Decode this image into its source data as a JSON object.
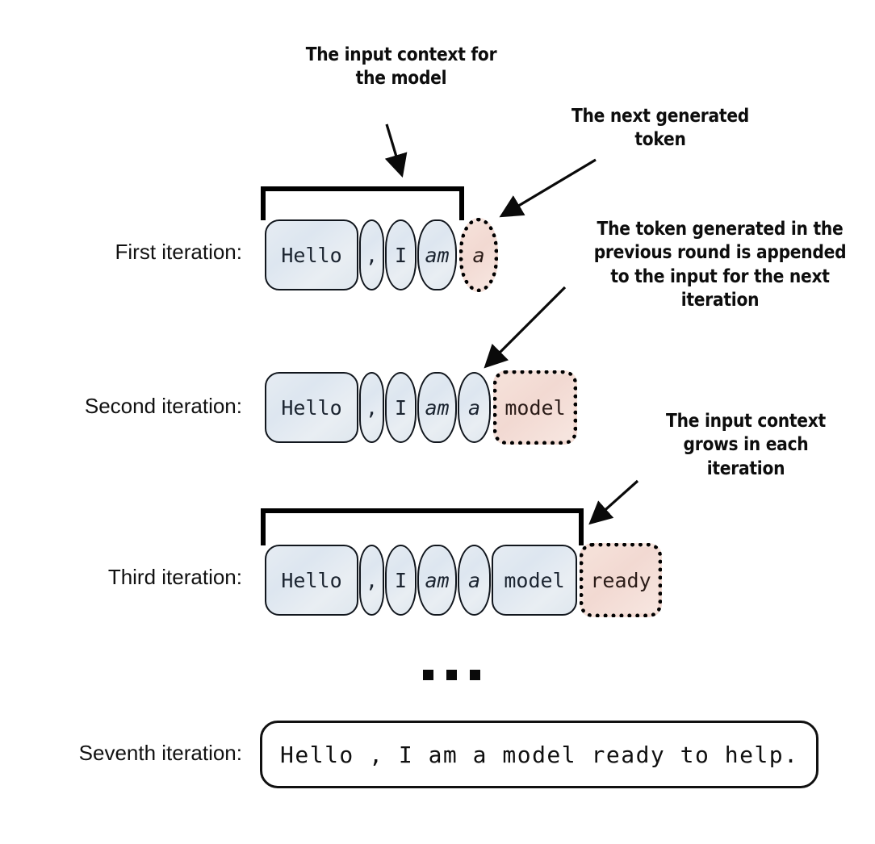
{
  "diagram": {
    "title": "Autoregressive token generation loop",
    "colors": {
      "token_fill": "#e2e9f1",
      "token_border": "#11161d",
      "generated_fill": "#f4dfd8",
      "generated_border": "#000000",
      "text": "#111111",
      "background": "#ffffff"
    },
    "callouts": [
      {
        "id": "input-context",
        "text": "The input context for the model"
      },
      {
        "id": "next-token",
        "text": "The next generated token"
      },
      {
        "id": "appended",
        "text": "The token generated in the previous round is appended to the input for the next iteration"
      },
      {
        "id": "grows",
        "text": "The input context grows in each iteration"
      }
    ],
    "rows": [
      {
        "id": "first",
        "label": "First iteration:",
        "context_tokens": [
          {
            "text": "Hello",
            "italic": false,
            "width": 116
          },
          {
            "text": ",",
            "italic": false,
            "width": 31
          },
          {
            "text": "I",
            "italic": false,
            "width": 39
          },
          {
            "text": "am",
            "italic": true,
            "width": 49
          }
        ],
        "generated_token": {
          "text": "a",
          "italic": true,
          "width": 48
        },
        "has_bracket": true
      },
      {
        "id": "second",
        "label": "Second iteration:",
        "context_tokens": [
          {
            "text": "Hello",
            "italic": false,
            "width": 116
          },
          {
            "text": ",",
            "italic": false,
            "width": 31
          },
          {
            "text": "I",
            "italic": false,
            "width": 39
          },
          {
            "text": "am",
            "italic": true,
            "width": 49
          },
          {
            "text": "a",
            "italic": true,
            "width": 41
          }
        ],
        "generated_token": {
          "text": "model",
          "italic": false,
          "width": 104
        },
        "has_bracket": false
      },
      {
        "id": "third",
        "label": "Third iteration:",
        "context_tokens": [
          {
            "text": "Hello",
            "italic": false,
            "width": 116
          },
          {
            "text": ",",
            "italic": false,
            "width": 31
          },
          {
            "text": "I",
            "italic": false,
            "width": 39
          },
          {
            "text": "am",
            "italic": true,
            "width": 49
          },
          {
            "text": "a",
            "italic": true,
            "width": 41
          },
          {
            "text": "model",
            "italic": false,
            "width": 106
          }
        ],
        "generated_token": {
          "text": "ready",
          "italic": false,
          "width": 102
        },
        "has_bracket": true
      }
    ],
    "ellipsis": "...",
    "final_row": {
      "label": "Seventh iteration:",
      "sentence": "Hello , I am a model ready to help."
    }
  }
}
